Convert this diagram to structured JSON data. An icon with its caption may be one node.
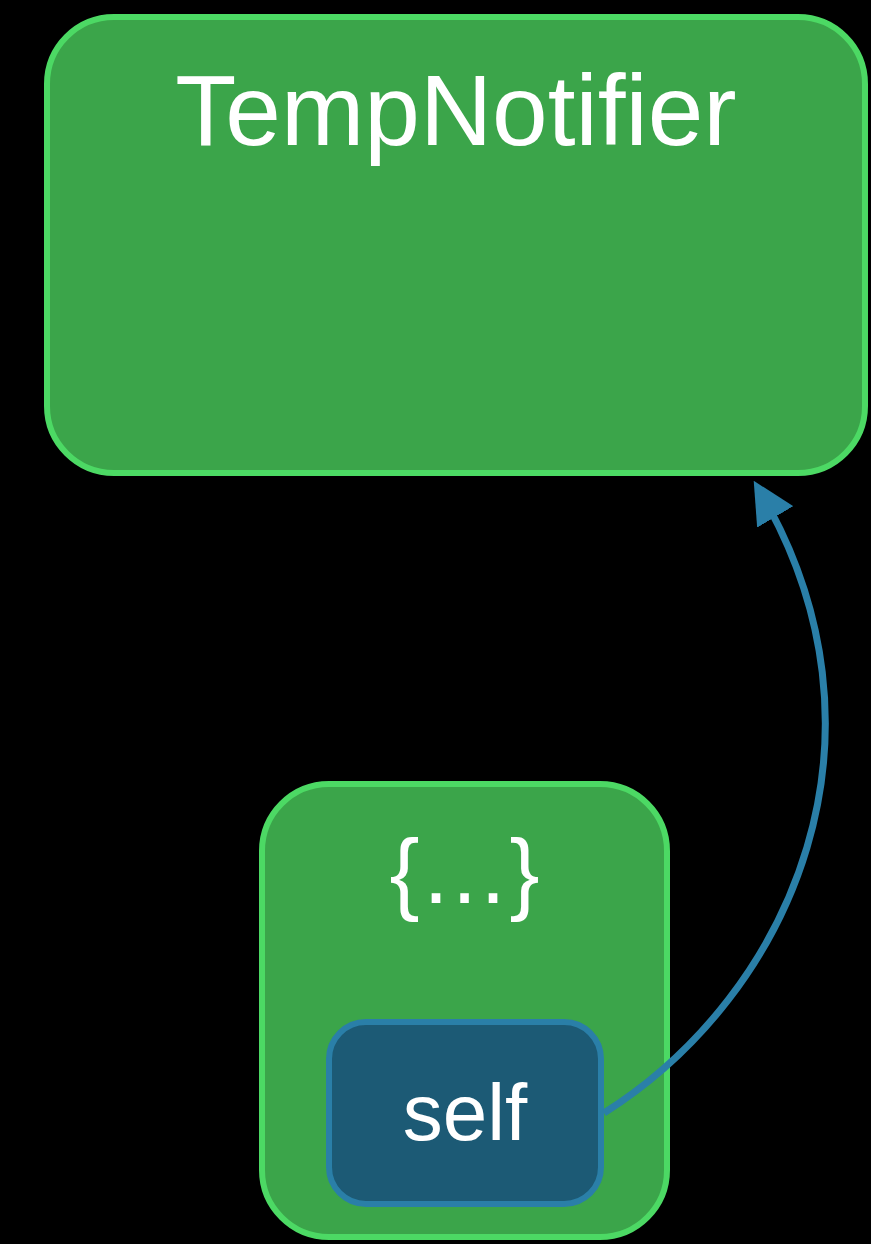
{
  "diagram": {
    "nodes": [
      {
        "text": [
          "TempNotifier"
        ]
      },
      {
        "text": [
          "{…}"
        ]
      },
      {
        "text": [
          "self"
        ],
        "in": 1
      }
    ],
    "edges": [
      {
        "from": 2,
        "to": 0,
        "arrow": "to",
        "color": "#2a7fa8"
      }
    ]
  }
}
